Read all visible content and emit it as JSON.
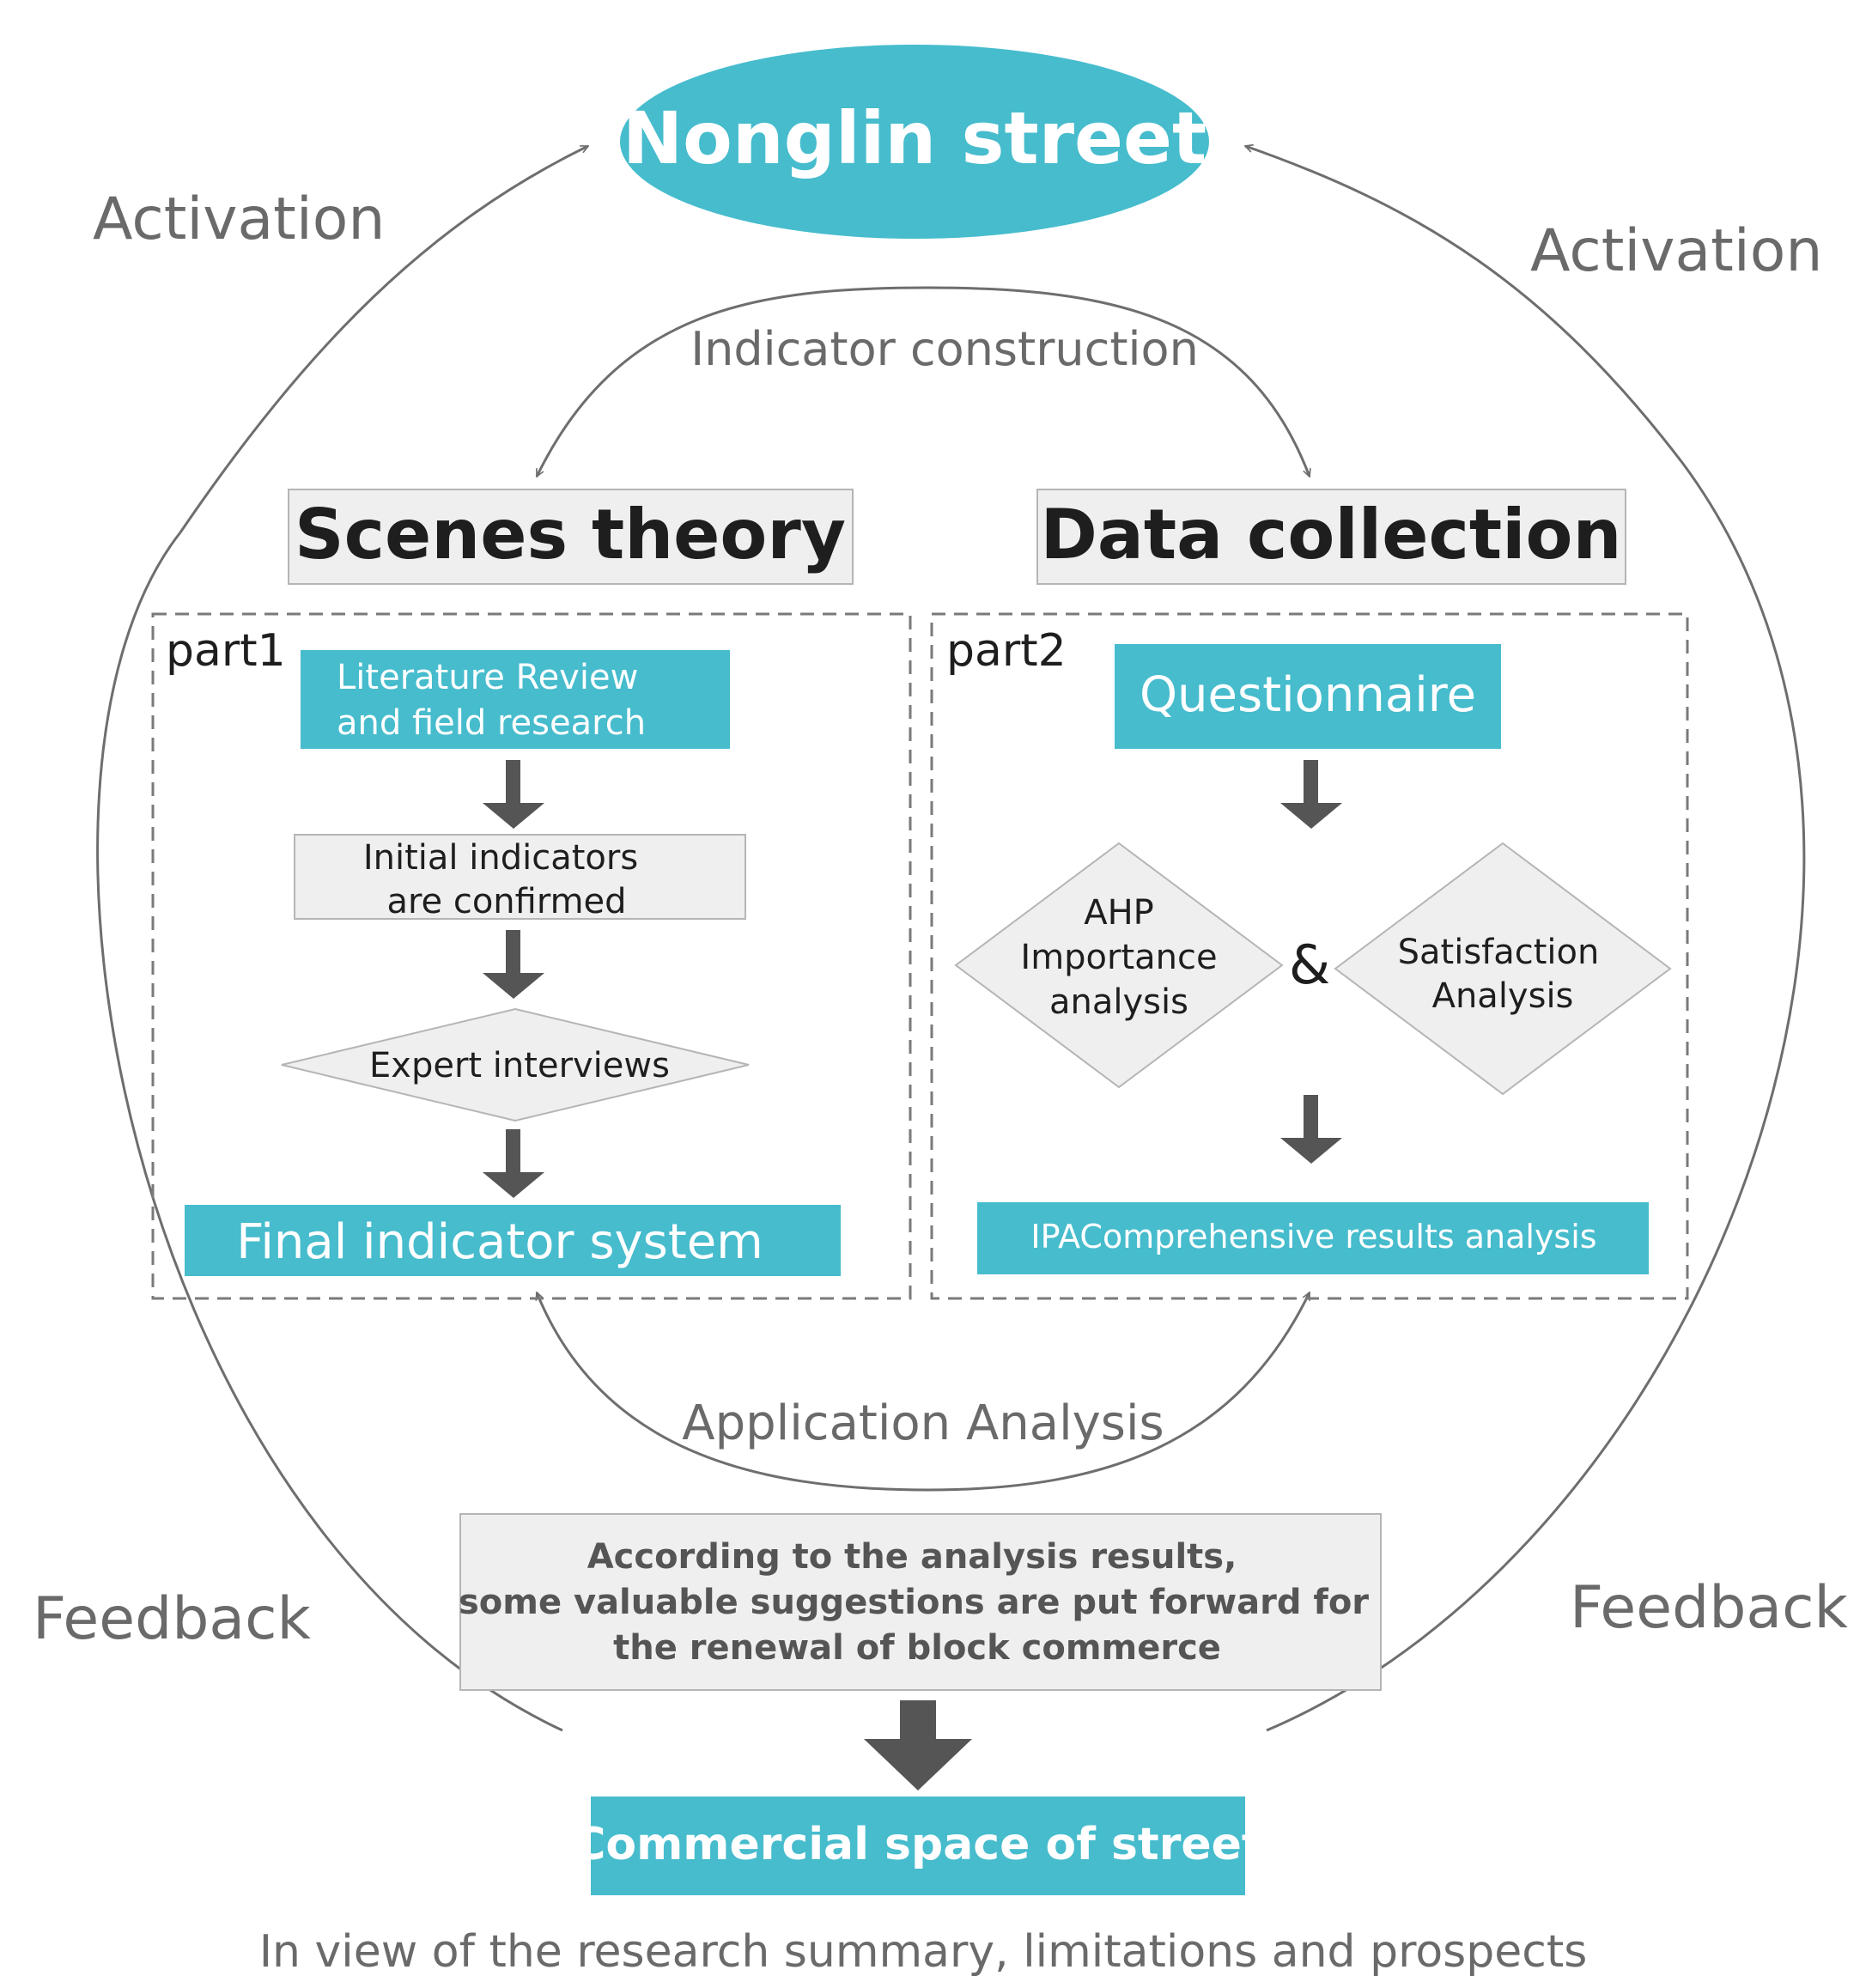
{
  "top_node": "Nonglin street",
  "cycle": {
    "activation_left": "Activation",
    "activation_right": "Activation",
    "feedback_left": "Feedback",
    "feedback_right": "Feedback"
  },
  "indicator_construction": "Indicator construction",
  "application_analysis": "Application Analysis",
  "left_column": {
    "header": "Scenes theory",
    "part_label": "part1",
    "step1_line1": "Literature Review",
    "step1_line2": "and field research",
    "step2_line1": "Initial indicators",
    "step2_line2": "are confirmed",
    "step3": "Expert interviews",
    "step4": "Final indicator system"
  },
  "right_column": {
    "header": "Data collection",
    "part_label": "part2",
    "step1": "Questionnaire",
    "ahp_line1": "AHP",
    "ahp_line2": "Importance",
    "ahp_line3": "analysis",
    "ampersand": "&",
    "sat_line1": "Satisfaction",
    "sat_line2": "Analysis",
    "step3": "IPAComprehensive results analysis"
  },
  "suggestion": {
    "line1": "According to the analysis results,",
    "line2": "some valuable suggestions are put forward for",
    "line3": "the renewal of block commerce"
  },
  "bottom_node": "Commercial space of street",
  "footer": "In view of the research summary, limitations and prospects",
  "colors": {
    "teal": "#46BCCD",
    "box_grey": "#EFEFEF",
    "arrow_grey": "#555555",
    "line_grey": "#6E6E6E"
  }
}
